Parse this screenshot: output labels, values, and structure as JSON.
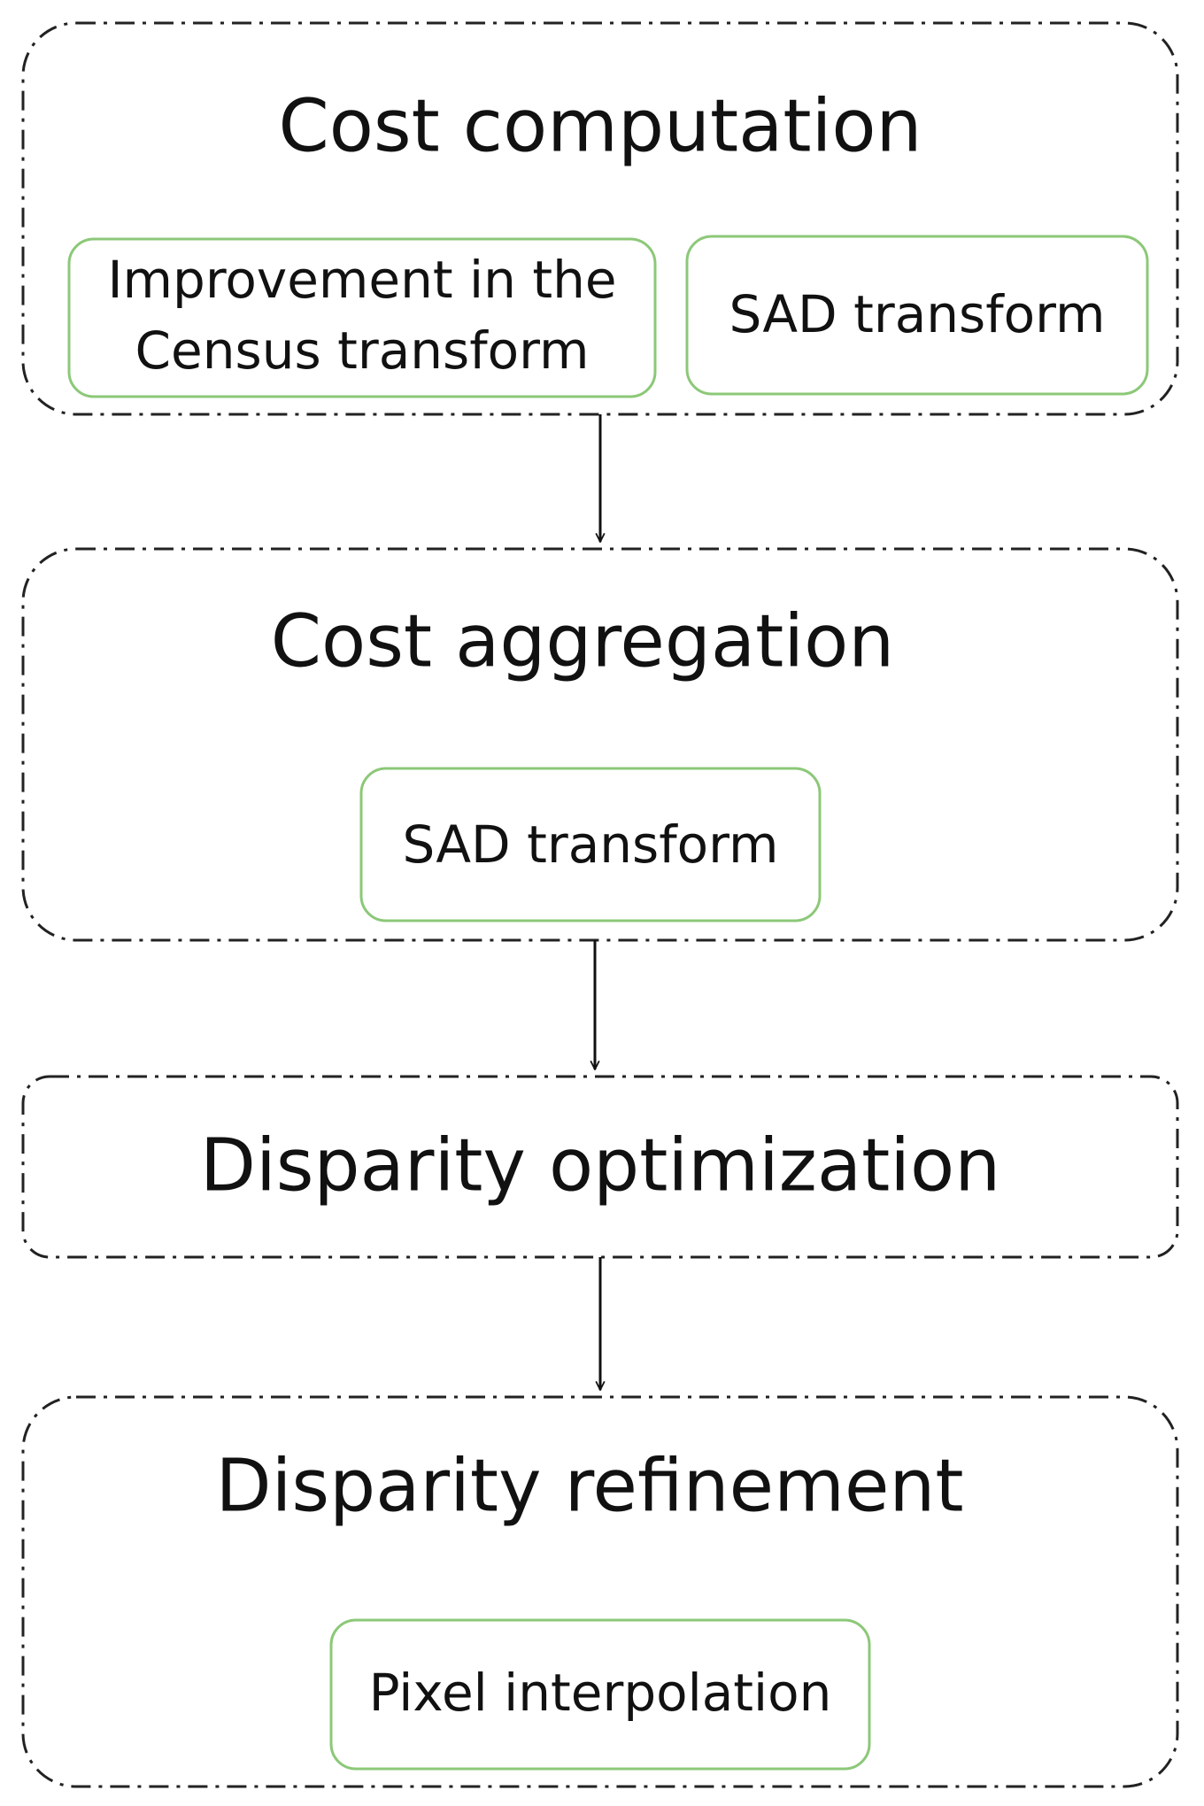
{
  "diagram": {
    "stages": [
      {
        "title": "Cost computation",
        "methods": [
          {
            "lines": [
              "Improvement in the",
              "Census transform"
            ]
          },
          {
            "lines": [
              "SAD transform"
            ]
          }
        ]
      },
      {
        "title": "Cost aggregation",
        "methods": [
          {
            "lines": [
              "SAD transform"
            ]
          }
        ]
      },
      {
        "title": "Disparity optimization",
        "methods": []
      },
      {
        "title": "Disparity refinement",
        "methods": [
          {
            "lines": [
              "Pixel interpolation"
            ]
          }
        ]
      }
    ],
    "colors": {
      "stage_border": "#222222",
      "method_border": "#8cc878",
      "arrow": "#111111",
      "text": "#111111",
      "background": "#ffffff"
    }
  }
}
